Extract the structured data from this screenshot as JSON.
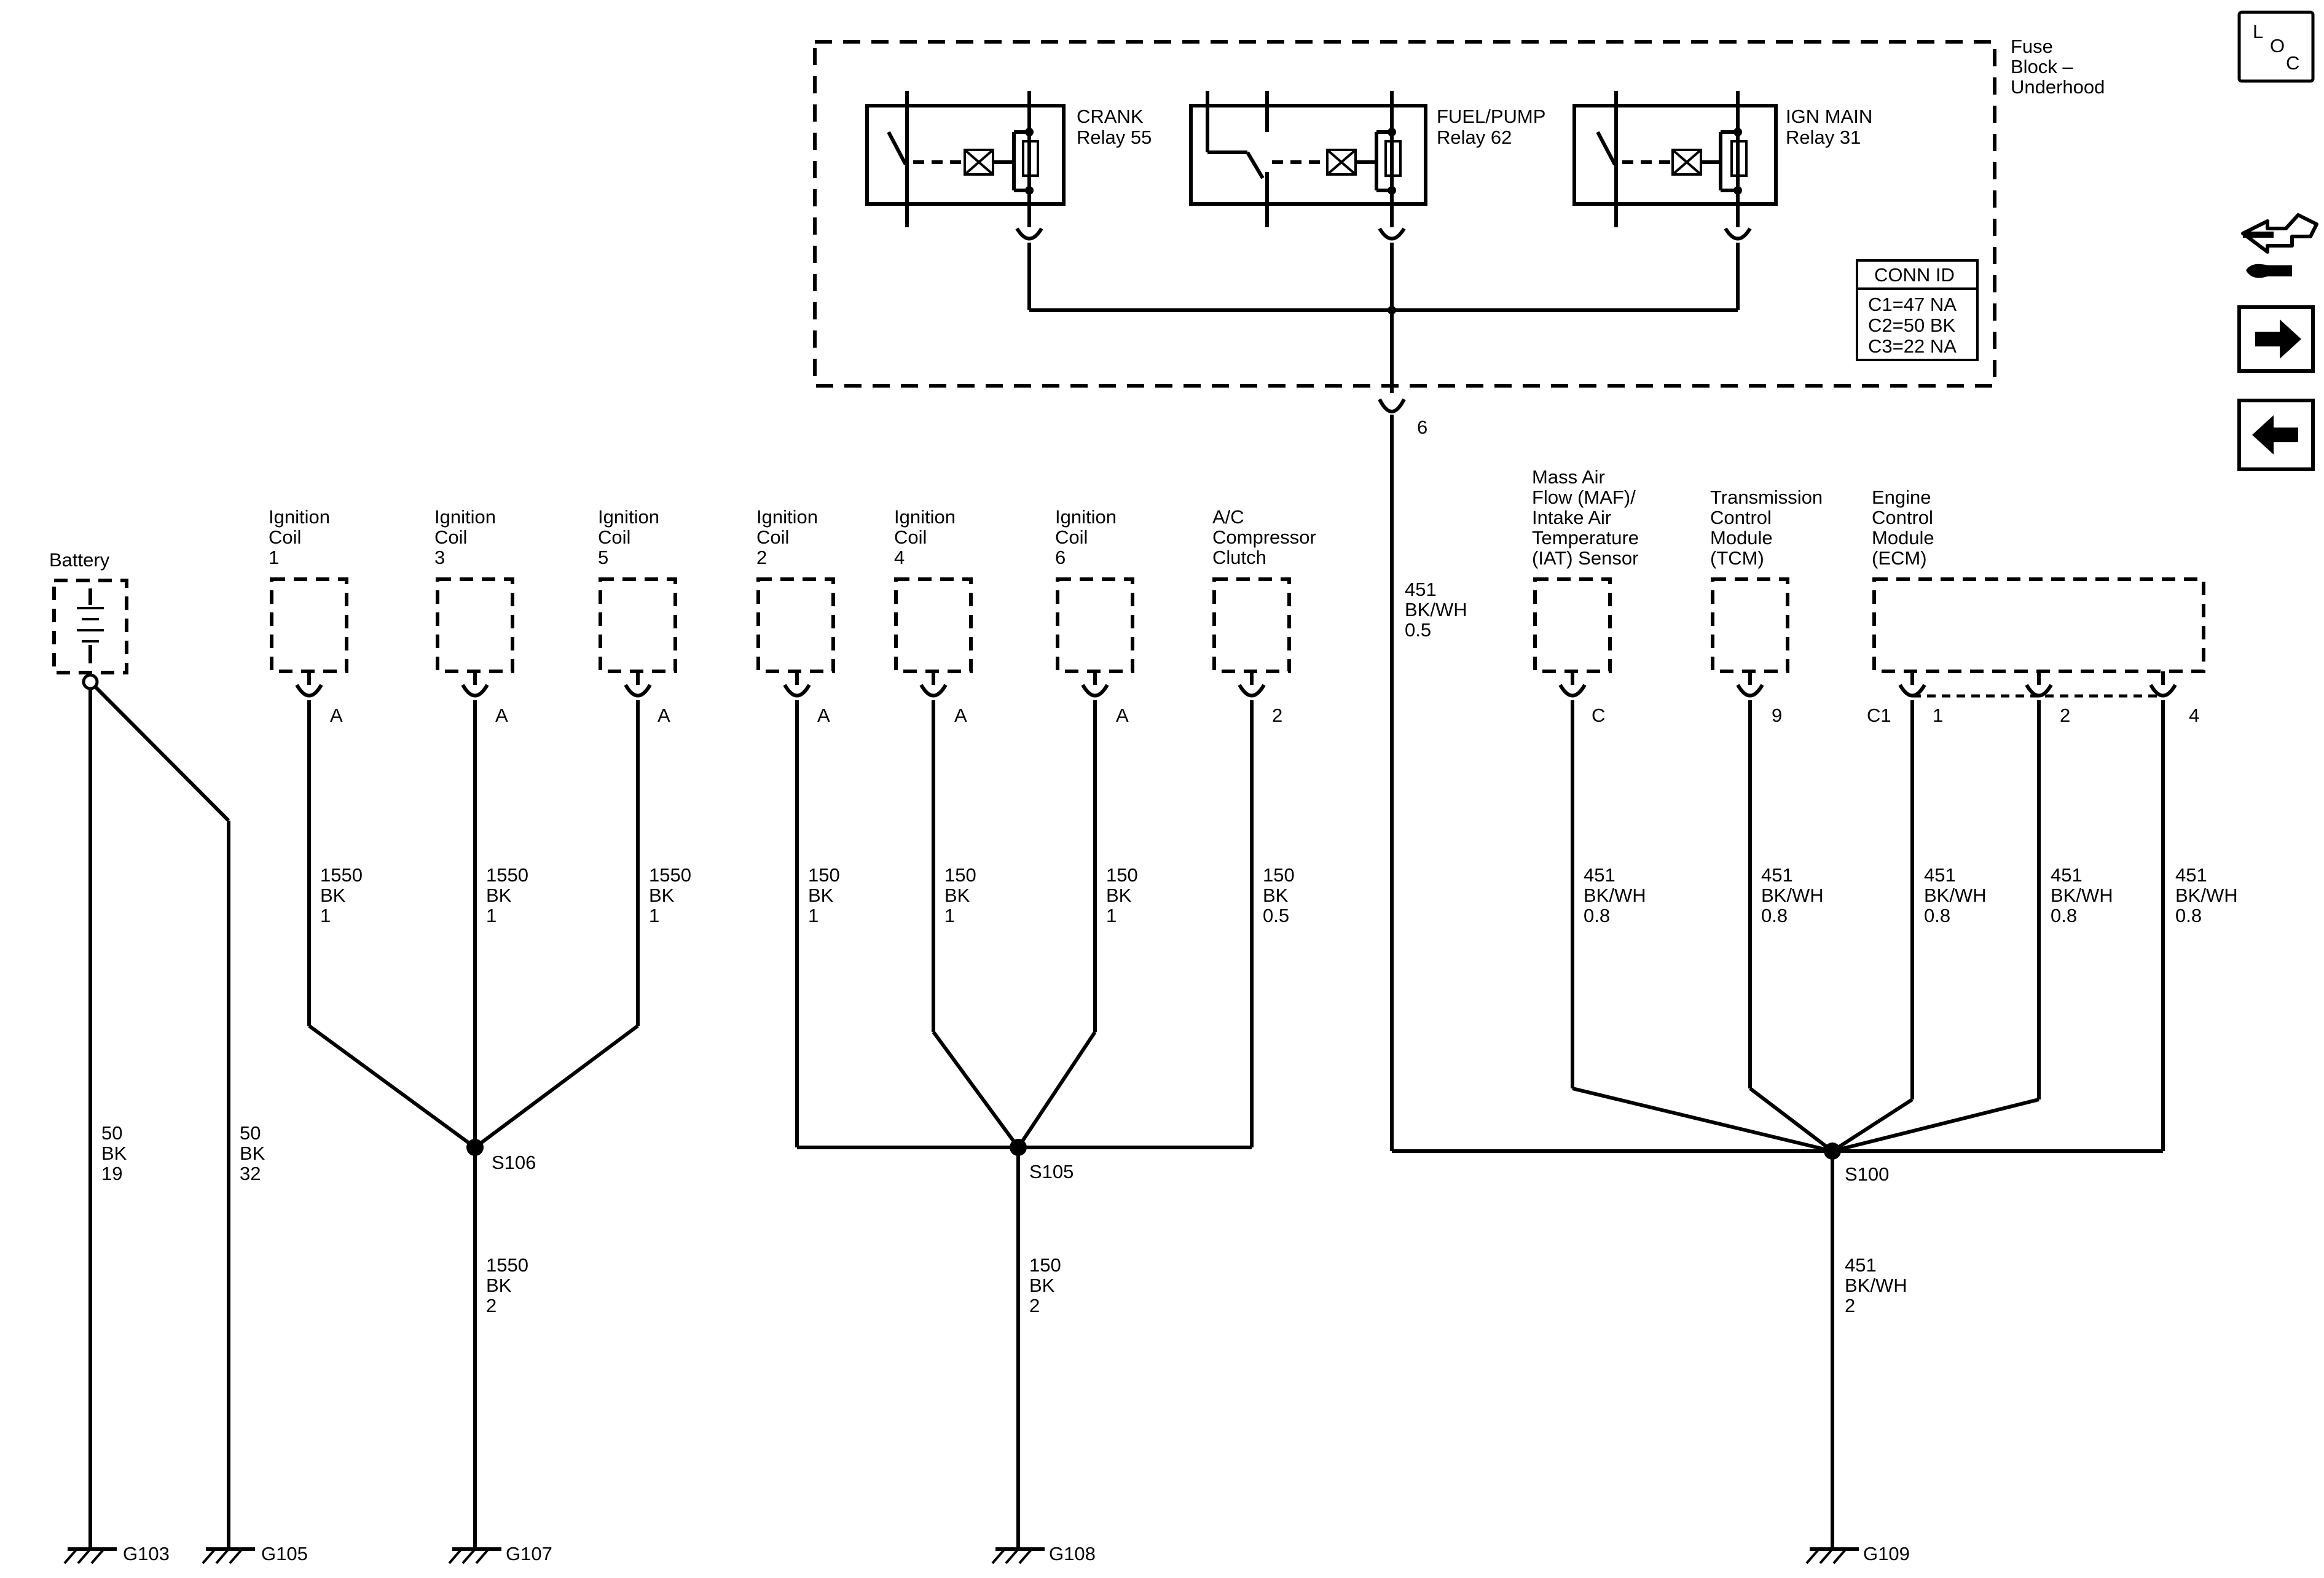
{
  "fuse_block": {
    "title_line1": "Fuse",
    "title_line2": "Block –",
    "title_line3": "Underhood",
    "relays": [
      {
        "name": "CRANK",
        "sub": "Relay 55"
      },
      {
        "name": "FUEL/PUMP",
        "sub": "Relay 62"
      },
      {
        "name": "IGN MAIN",
        "sub": "Relay 31"
      }
    ],
    "conn_id": {
      "title": "CONN ID",
      "rows": [
        "C1=47 NA",
        "C2=50 BK",
        "C3=22 NA"
      ]
    },
    "output_pin": "6"
  },
  "components": [
    {
      "id": "battery",
      "lines": [
        "Battery"
      ]
    },
    {
      "id": "coil1",
      "lines": [
        "Ignition",
        "Coil",
        "1"
      ],
      "pin": "A",
      "wire": [
        "1550",
        "BK",
        "1"
      ]
    },
    {
      "id": "coil3",
      "lines": [
        "Ignition",
        "Coil",
        "3"
      ],
      "pin": "A",
      "wire": [
        "1550",
        "BK",
        "1"
      ]
    },
    {
      "id": "coil5",
      "lines": [
        "Ignition",
        "Coil",
        "5"
      ],
      "pin": "A",
      "wire": [
        "1550",
        "BK",
        "1"
      ]
    },
    {
      "id": "coil2",
      "lines": [
        "Ignition",
        "Coil",
        "2"
      ],
      "pin": "A",
      "wire": [
        "150",
        "BK",
        "1"
      ]
    },
    {
      "id": "coil4",
      "lines": [
        "Ignition",
        "Coil",
        "4"
      ],
      "pin": "A",
      "wire": [
        "150",
        "BK",
        "1"
      ]
    },
    {
      "id": "coil6",
      "lines": [
        "Ignition",
        "Coil",
        "6"
      ],
      "pin": "A",
      "wire": [
        "150",
        "BK",
        "1"
      ]
    },
    {
      "id": "ac",
      "lines": [
        "A/C",
        "Compressor",
        "Clutch"
      ],
      "pin": "2",
      "wire": [
        "150",
        "BK",
        "0.5"
      ]
    },
    {
      "id": "maf",
      "lines": [
        "Mass Air",
        "Flow (MAF)/",
        "Intake Air",
        "Temperature",
        "(IAT) Sensor"
      ],
      "pin": "C",
      "wire": [
        "451",
        "BK/WH",
        "0.8"
      ]
    },
    {
      "id": "tcm",
      "lines": [
        "Transmission",
        "Control",
        "Module",
        "(TCM)"
      ],
      "pin": "9",
      "wire": [
        "451",
        "BK/WH",
        "0.8"
      ]
    },
    {
      "id": "ecm",
      "lines": [
        "Engine",
        "Control",
        "Module",
        "(ECM)"
      ],
      "connector": "C1",
      "pins": [
        "1",
        "2",
        "4"
      ],
      "wires": [
        [
          "451",
          "BK/WH",
          "0.8"
        ],
        [
          "451",
          "BK/WH",
          "0.8"
        ],
        [
          "451",
          "BK/WH",
          "0.8"
        ]
      ]
    }
  ],
  "fuse_wire": [
    "451",
    "BK/WH",
    "0.5"
  ],
  "battery_wires": [
    [
      "50",
      "BK",
      "19"
    ],
    [
      "50",
      "BK",
      "32"
    ]
  ],
  "splices": [
    "S106",
    "S105",
    "S100"
  ],
  "splice_wires": [
    [
      "1550",
      "BK",
      "2"
    ],
    [
      "150",
      "BK",
      "2"
    ],
    [
      "451",
      "BK/WH",
      "2"
    ]
  ],
  "grounds": [
    "G103",
    "G105",
    "G107",
    "G108",
    "G109"
  ],
  "nav": {
    "loc_l": "L",
    "loc_o": "O",
    "loc_c": "C"
  }
}
